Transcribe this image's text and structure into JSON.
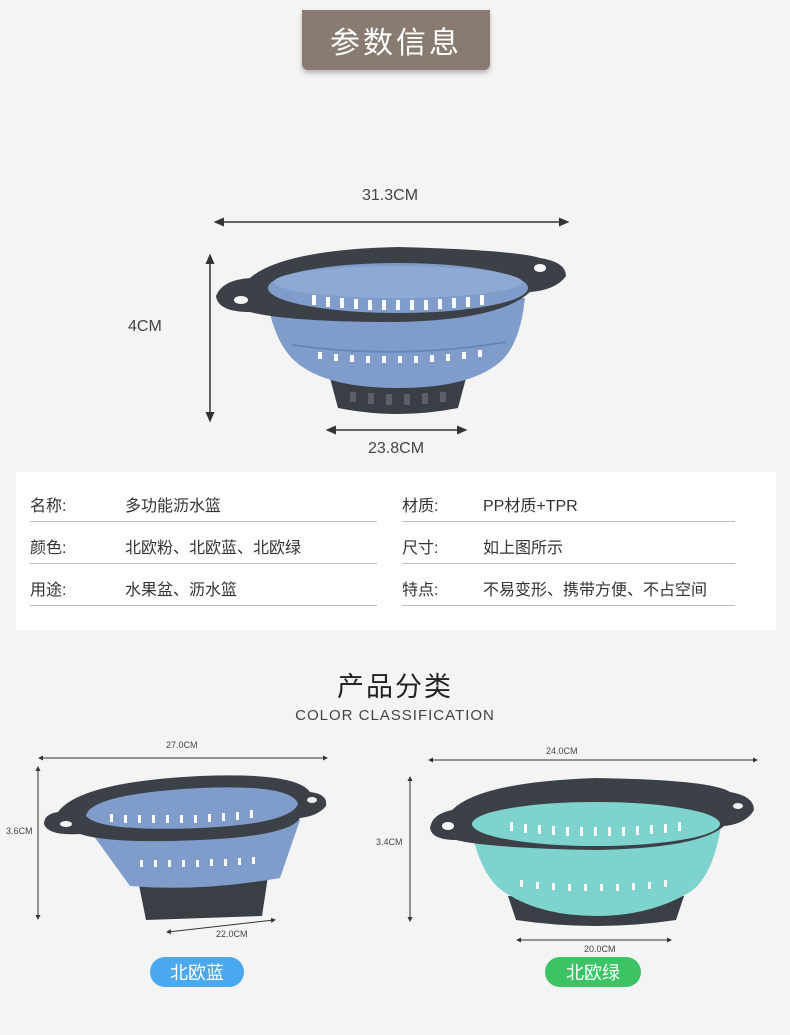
{
  "header": {
    "title": "参数信息"
  },
  "main_product": {
    "width_label": "31.3CM",
    "height_label": "4CM",
    "base_label": "23.8CM"
  },
  "specs": {
    "left": [
      {
        "key": "名称:",
        "value": "多功能沥水篮"
      },
      {
        "key": "颜色:",
        "value": "北欧粉、北欧蓝、北欧绿"
      },
      {
        "key": "用途:",
        "value": "水果盆、沥水篮"
      }
    ],
    "right": [
      {
        "key": "材质:",
        "value": "PP材质+TPR"
      },
      {
        "key": "尺寸:",
        "value": "如上图所示"
      },
      {
        "key": "特点:",
        "value": "不易变形、携带方便、不占空间"
      }
    ]
  },
  "classification": {
    "title": "产品分类",
    "subtitle": "COLOR CLASSIFICATION",
    "variants": [
      {
        "name": "北欧蓝",
        "width_label": "27.0CM",
        "height_label": "3.6CM",
        "base_label": "22.0CM",
        "color": "#4aa8ee"
      },
      {
        "name": "北欧绿",
        "width_label": "24.0CM",
        "height_label": "3.4CM",
        "base_label": "20.0CM",
        "color": "#3bc364"
      }
    ]
  },
  "colors": {
    "banner": "#897b72",
    "rim": "#3c4148",
    "blue_body": "#7f9ccb",
    "green_body": "#7fd3cf"
  }
}
